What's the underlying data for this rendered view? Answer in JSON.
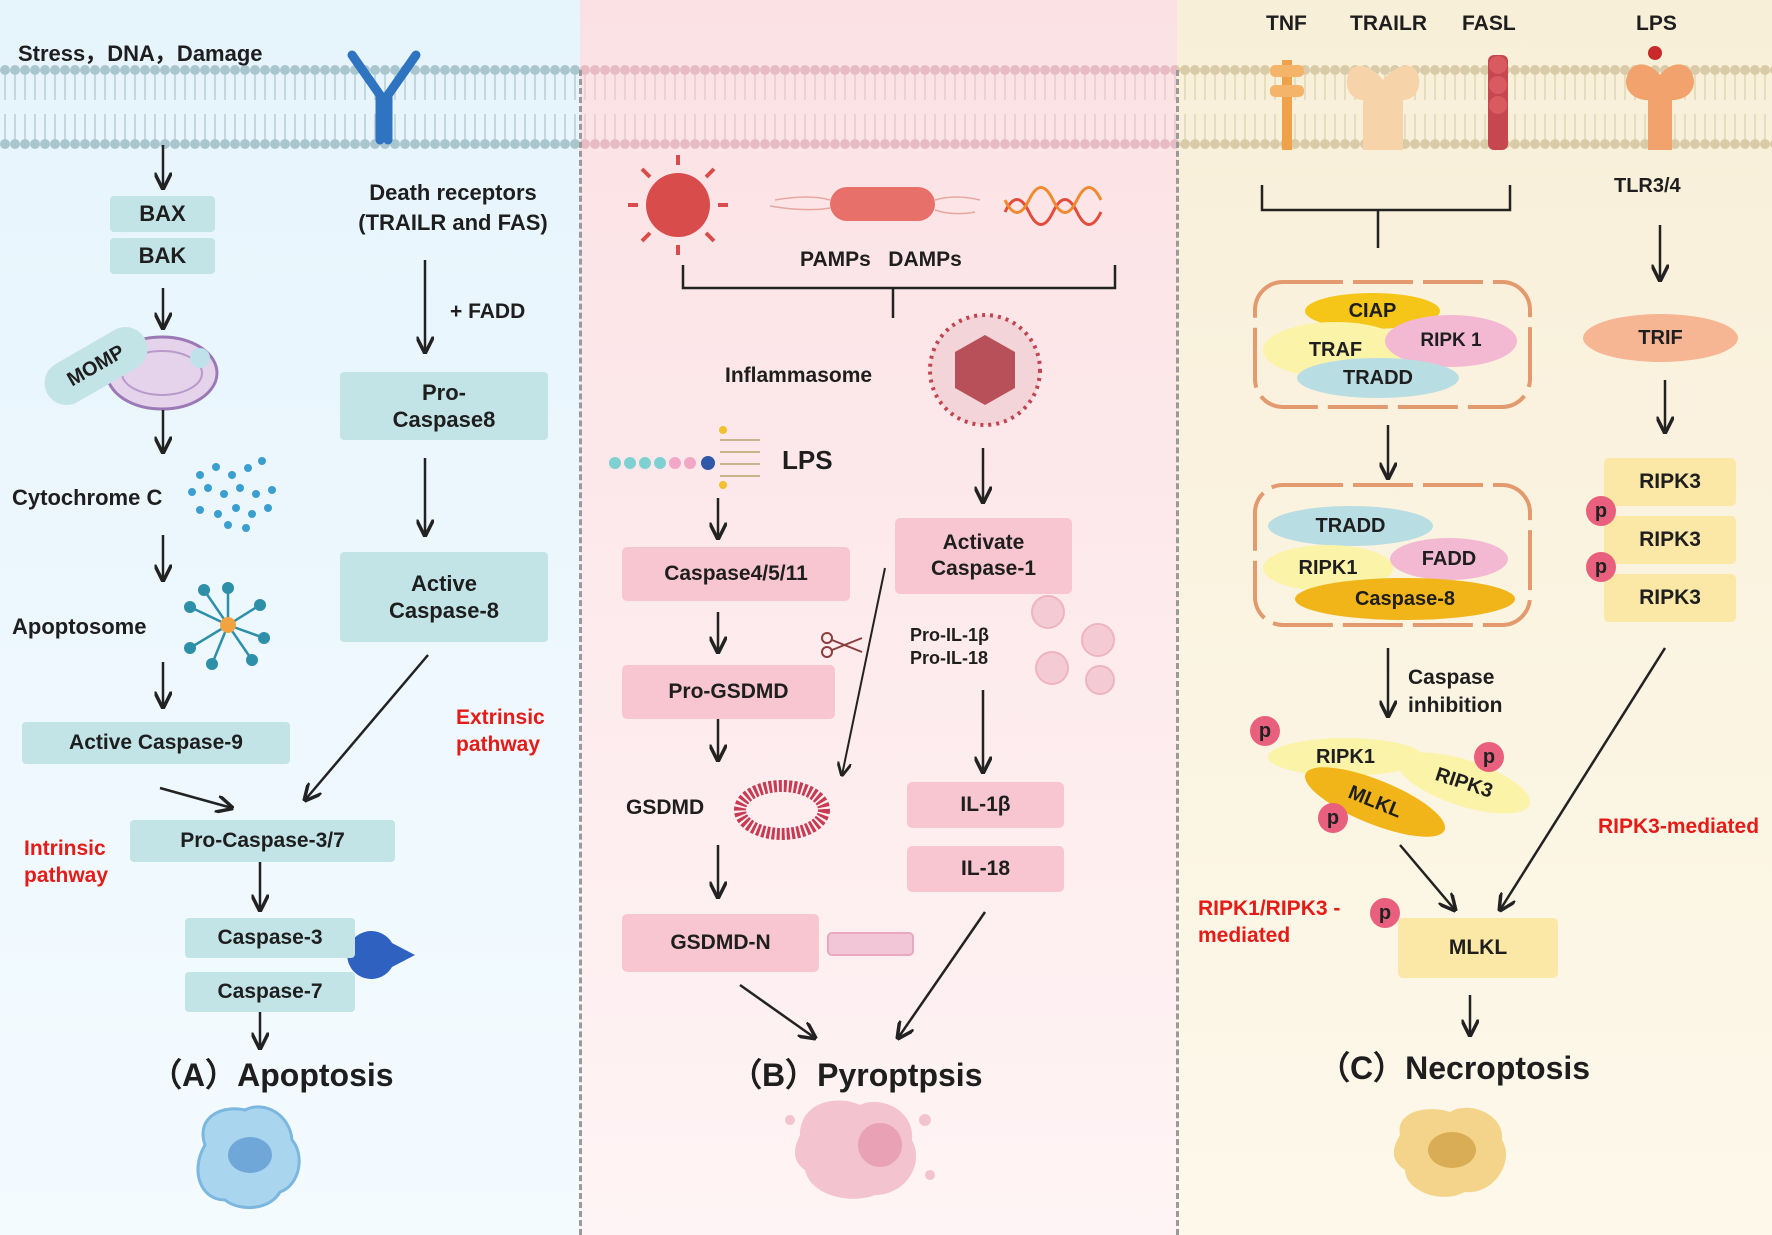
{
  "apoptosis": {
    "trigger_label": "Stress，DNA，Damage",
    "bax": "BAX",
    "bak": "BAK",
    "momp": "MOMP",
    "cytochrome": "Cytochrome C",
    "apoptosome": "Apoptosome",
    "active_casp9": "Active Caspase-9",
    "death_receptors": "Death receptors (TRAILR and FAS)",
    "fadd": "+ FADD",
    "pro_casp8": "Pro-Caspase8",
    "active_casp8": "Active Caspase-8",
    "extrinsic": "Extrinsic pathway",
    "intrinsic": "Intrinsic pathway",
    "pro_casp37": "Pro-Caspase-3/7",
    "casp3": "Caspase-3",
    "casp7": "Caspase-7",
    "title": "（A）Apoptosis"
  },
  "pyroptosis": {
    "pamps_damps": "PAMPs   DAMPs",
    "inflammasome": "Inflammasome",
    "lps": "LPS",
    "casp4511": "Caspase4/5/11",
    "activate_casp1": "Activate Caspase-1",
    "pro_gsdmd": "Pro-GSDMD",
    "pro_il1b": "Pro-IL-1β",
    "pro_il18": "Pro-IL-18",
    "gsdmd": "GSDMD",
    "il1b": "IL-1β",
    "il18": "IL-18",
    "gsdmd_n": "GSDMD-N",
    "title": "（B）Pyroptpsis"
  },
  "necroptosis": {
    "tnf": "TNF",
    "trailr": "TRAILR",
    "fasl": "FASL",
    "lps": "LPS",
    "tlr": "TLR3/4",
    "ciap": "CIAP",
    "traf": "TRAF",
    "ripk1_complex": "RIPK 1",
    "tradd": "TRADD",
    "trif": "TRIF",
    "tradd2": "TRADD",
    "ripk1": "RIPK1",
    "fadd": "FADD",
    "casp8": "Caspase-8",
    "ripk3": "RIPK3",
    "p": "p",
    "caspase_inhibition": "Caspase inhibition",
    "necro_ripk1": "RIPK1",
    "necro_ripk3": "RIPK3",
    "necro_mlkl": "MLKL",
    "ripk3_mediated": "RIPK3-mediated",
    "ripk13_mediated": "RIPK1/RIPK3 -mediated",
    "mlkl": "MLKL",
    "title": "（C）Necroptosis"
  },
  "colors": {
    "panel_a": "#e6f4fc",
    "panel_b": "#fbe1e4",
    "panel_c": "#f8efd8",
    "teal_box": "#c3e4e7",
    "pink_box": "#f7c6d0",
    "yellow_box": "#fbe7a6",
    "pathway_red": "#e41b17",
    "phospho": "#e8607e"
  }
}
